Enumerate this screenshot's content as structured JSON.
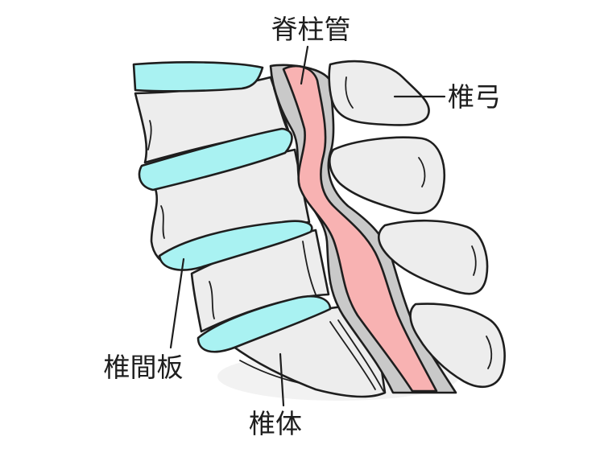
{
  "diagram": {
    "labels": {
      "spinal_canal": "脊柱管",
      "vertebral_arch": "椎弓",
      "intervertebral_disc": "椎間板",
      "vertebral_body": "椎体"
    },
    "colors": {
      "bone_fill": "#ededed",
      "disc_fill": "#a9f2f2",
      "canal_fill": "#c9c9c9",
      "spinal_cord_fill": "#f8b2b2",
      "outline": "#1e1e1e"
    }
  }
}
